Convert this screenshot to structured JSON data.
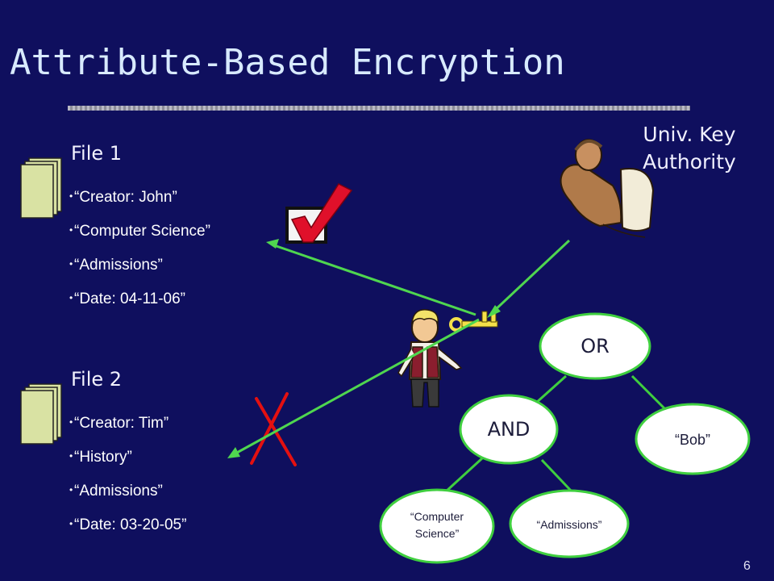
{
  "slide": {
    "title": "Attribute-Based Encryption",
    "page_number": "6"
  },
  "authority": {
    "line1": "Univ. Key",
    "line2": "Authority"
  },
  "file1": {
    "heading": "File 1",
    "attributes": [
      "“Creator: John”",
      "“Computer Science”",
      "“Admissions”",
      "“Date: 04-11-06”"
    ]
  },
  "file2": {
    "heading": "File 2",
    "attributes": [
      "“Creator: Tim”",
      "“History”",
      "“Admissions”",
      "“Date: 03-20-05”"
    ]
  },
  "policy_tree": {
    "root": "OR",
    "and_node": "AND",
    "leaf_bob": "“Bob”",
    "leaf_cs_line1": "“Computer",
    "leaf_cs_line2": "Science”",
    "leaf_admissions": "“Admissions”"
  },
  "colors": {
    "background": "#0f0f5e",
    "arrow": "#4fd64f",
    "node_fill": "#ffffff",
    "node_stroke": "#3fcf3f",
    "check": "#e0102a",
    "x_mark": "#e41010",
    "key": "#f4e04a"
  },
  "icons": {
    "file1": "document-stack-icon",
    "file2": "document-stack-icon",
    "check": "checkbox-checked-icon",
    "reject": "x-mark-icon",
    "authority": "computer-user-icon",
    "user": "user-person-icon",
    "key": "key-icon"
  }
}
